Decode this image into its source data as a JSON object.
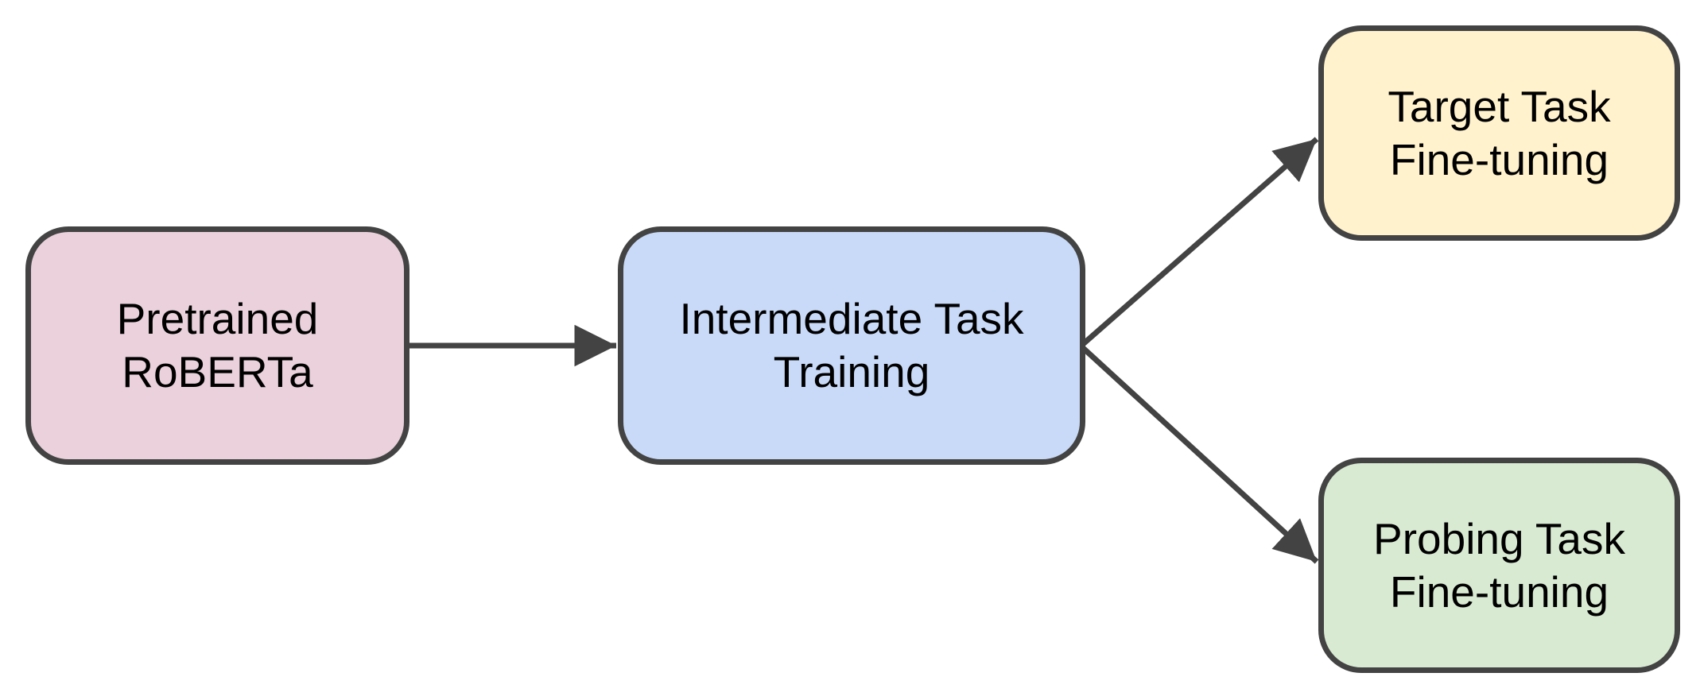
{
  "nodes": {
    "pretrained": {
      "line1": "Pretrained",
      "line2": "RoBERTa",
      "fill": "#ead1dc"
    },
    "intermediate": {
      "line1": "Intermediate Task",
      "line2": "Training",
      "fill": "#c9daf8"
    },
    "target": {
      "line1": "Target Task",
      "line2": "Fine-tuning",
      "fill": "#fff2cc"
    },
    "probing": {
      "line1": "Probing Task",
      "line2": "Fine-tuning",
      "fill": "#d9ead3"
    }
  },
  "edges": [
    {
      "from": "pretrained",
      "to": "intermediate"
    },
    {
      "from": "intermediate",
      "to": "target"
    },
    {
      "from": "intermediate",
      "to": "probing"
    }
  ],
  "colors": {
    "border": "#434343",
    "arrow": "#434343",
    "text": "#000000"
  }
}
